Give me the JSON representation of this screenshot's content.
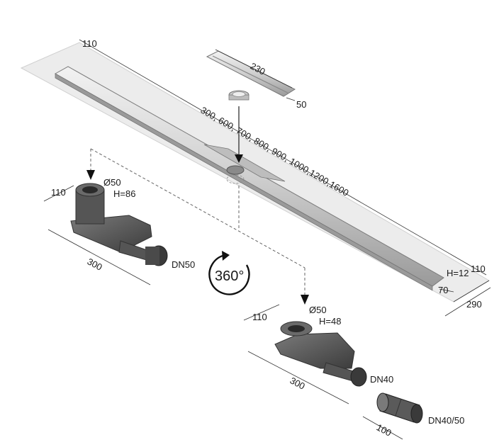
{
  "labels": {
    "membrane_width": "110",
    "membrane_width_right": "110",
    "membrane_depth": "290",
    "grate_length": "230",
    "grate_width": "50",
    "channel_lengths": "300, 600, 700, 800, 900, 1000,1200,1600",
    "channel_height": "H=12",
    "channel_width": "70",
    "trap_high_width": "110",
    "trap_high_diameter": "Ø50",
    "trap_high_height": "H=86",
    "trap_high_length": "300",
    "trap_high_outlet": "DN50",
    "rotation": "360°",
    "trap_low_width": "110",
    "trap_low_diameter": "Ø50",
    "trap_low_height": "H=48",
    "trap_low_length": "300",
    "trap_low_outlet": "DN40",
    "adapter_length": "100",
    "adapter_outlet": "DN40/50"
  },
  "icons": [
    "rotate-360-icon"
  ],
  "colors": {
    "membrane": "#ececec",
    "steel_light": "#d6d6d6",
    "steel_dark": "#8a8a8a",
    "plastic_dark": "#4a4a4a",
    "plastic_mid": "#6a6a6a"
  }
}
